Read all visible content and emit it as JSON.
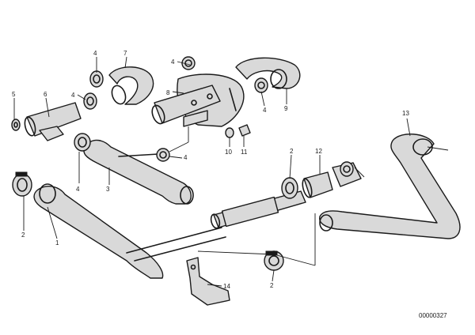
{
  "callouts": {
    "c1": "1",
    "c2a": "2",
    "c2b": "2",
    "c2c": "2",
    "c3": "3",
    "c4a": "4",
    "c4b": "4",
    "c4c": "4",
    "c4d": "4",
    "c4e": "4",
    "c4f": "4",
    "c5": "5",
    "c6": "6",
    "c7": "7",
    "c8": "8",
    "c9": "9",
    "c10": "10",
    "c11": "11",
    "c12": "12",
    "c13": "13",
    "c14": "14"
  },
  "document_number": "00000327"
}
